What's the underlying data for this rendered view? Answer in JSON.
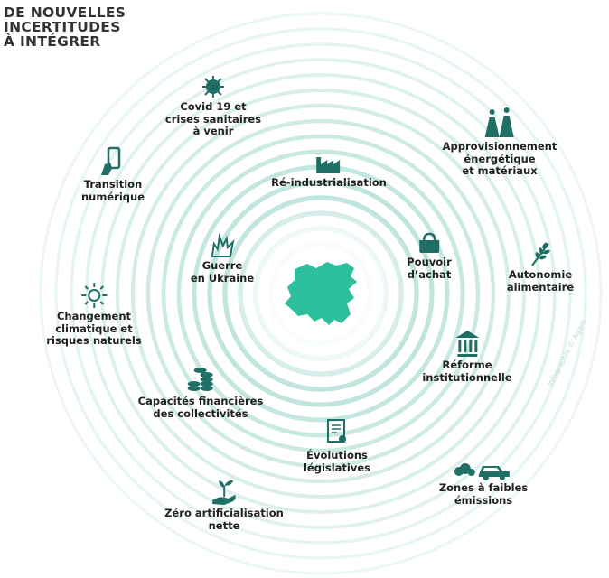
{
  "title": {
    "lines": [
      "DE NOUVELLES",
      "INCERTITUDES",
      "À INTÉGRER"
    ]
  },
  "colors": {
    "ring": "#8fd0c4",
    "icon": "#1f6f66",
    "map": "#2dbf9e",
    "text": "#222222"
  },
  "center": {
    "icon": "territory-map"
  },
  "items": [
    {
      "id": "covid",
      "label": "Covid 19 et\ncrises sanitaires\nà venir",
      "icon": "virus-icon"
    },
    {
      "id": "numerique",
      "label": "Transition\nnumérique",
      "icon": "smartphone-hand-icon"
    },
    {
      "id": "reindus",
      "label": "Ré-industrialisation",
      "icon": "factory-icon"
    },
    {
      "id": "energie",
      "label": "Approvisionnement\nénergétique\net matériaux",
      "icon": "power-plant-icon"
    },
    {
      "id": "ukraine",
      "label": "Guerre\nen Ukraine",
      "icon": "explosion-icon"
    },
    {
      "id": "achat",
      "label": "Pouvoir\nd’achat",
      "icon": "purse-icon"
    },
    {
      "id": "alimentaire",
      "label": "Autonomie\nalimentaire",
      "icon": "wheat-icon"
    },
    {
      "id": "climat",
      "label": "Changement\nclimatique et\nrisques naturels",
      "icon": "sun-icon"
    },
    {
      "id": "institution",
      "label": "Réforme\ninstitutionnelle",
      "icon": "institution-icon"
    },
    {
      "id": "finances",
      "label": "Capacités financières\ndes collectivités",
      "icon": "coins-icon"
    },
    {
      "id": "legislatif",
      "label": "Évolutions\nlégislatives",
      "icon": "certificate-icon"
    },
    {
      "id": "zfe",
      "label": "Zones à faibles\némissions",
      "icon": "car-pollution-icon"
    },
    {
      "id": "zan",
      "label": "Zéro artificialisation\nnette",
      "icon": "plant-hand-icon"
    }
  ],
  "credit": "Infographie © Agam"
}
